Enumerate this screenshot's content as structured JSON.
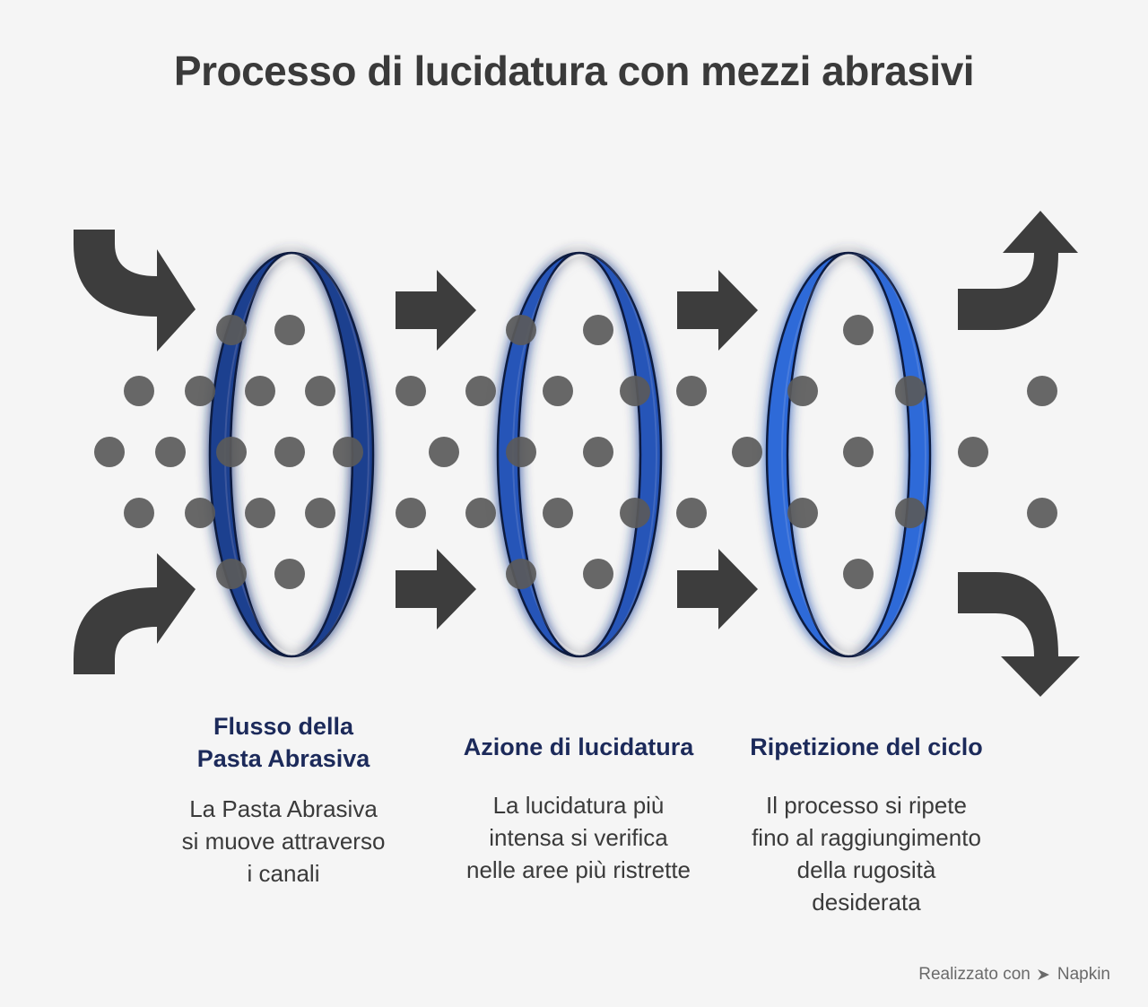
{
  "title": "Processo di lucidatura con mezzi abrasivi",
  "steps": [
    {
      "title_lines": [
        "Flusso della",
        "Pasta Abrasiva"
      ],
      "desc_lines": [
        "La Pasta Abrasiva",
        "si muove attraverso",
        "i canali"
      ]
    },
    {
      "title_lines": [
        "Azione di lucidatura"
      ],
      "desc_lines": [
        "La lucidatura più",
        "intensa si verifica",
        "nelle aree più ristrette"
      ]
    },
    {
      "title_lines": [
        "Ripetizione del ciclo"
      ],
      "desc_lines": [
        "Il processo si ripete",
        "fino al raggiungimento",
        "della rugosità",
        "desiderata"
      ]
    }
  ],
  "footer": {
    "made_with": "Realizzato con",
    "brand": "Napkin"
  },
  "colors": {
    "title": "#3a3a3a",
    "step_title": "#1c2a5a",
    "arrow": "#3d3d3d",
    "particle": "#5a5a5a",
    "ring_1": "#1f3f8f",
    "ring_2": "#2554b8",
    "ring_3": "#2f6ad8"
  },
  "icons": {
    "footer_logo": "napkin-logo-icon"
  }
}
